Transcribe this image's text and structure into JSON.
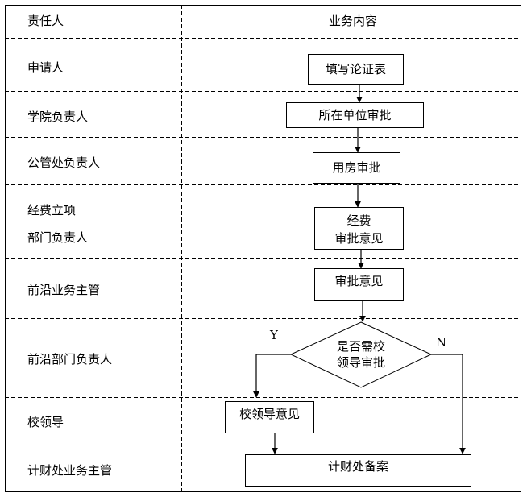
{
  "header": {
    "role_col": "责任人",
    "content_col": "业务内容"
  },
  "roles": [
    {
      "lines": [
        "申请人"
      ]
    },
    {
      "lines": [
        "学院负责人"
      ]
    },
    {
      "lines": [
        "公管处负责人"
      ]
    },
    {
      "lines": [
        "经费立项",
        "部门负责人"
      ]
    },
    {
      "lines": [
        "前沿业务主管"
      ]
    },
    {
      "lines": [
        "前沿部门负责人"
      ]
    },
    {
      "lines": [
        "校领导"
      ]
    },
    {
      "lines": [
        "计财处业务主管"
      ]
    }
  ],
  "nodes": {
    "fill_form": {
      "lines": [
        "填写论证表"
      ]
    },
    "unit_approval": {
      "lines": [
        "所在单位审批"
      ]
    },
    "housing_approval": {
      "lines": [
        "用房审批"
      ]
    },
    "fund_opinion": {
      "lines": [
        "经费",
        "审批意见"
      ]
    },
    "frontier_opinion": {
      "lines": [
        "审批意见"
      ]
    },
    "decision": {
      "lines": [
        "是否需校",
        "领导审批"
      ]
    },
    "leader_opinion": {
      "lines": [
        "校领导意见"
      ]
    },
    "finance_record": {
      "lines": [
        "计财处备案"
      ]
    }
  },
  "branches": {
    "yes": "Y",
    "no": "N"
  }
}
